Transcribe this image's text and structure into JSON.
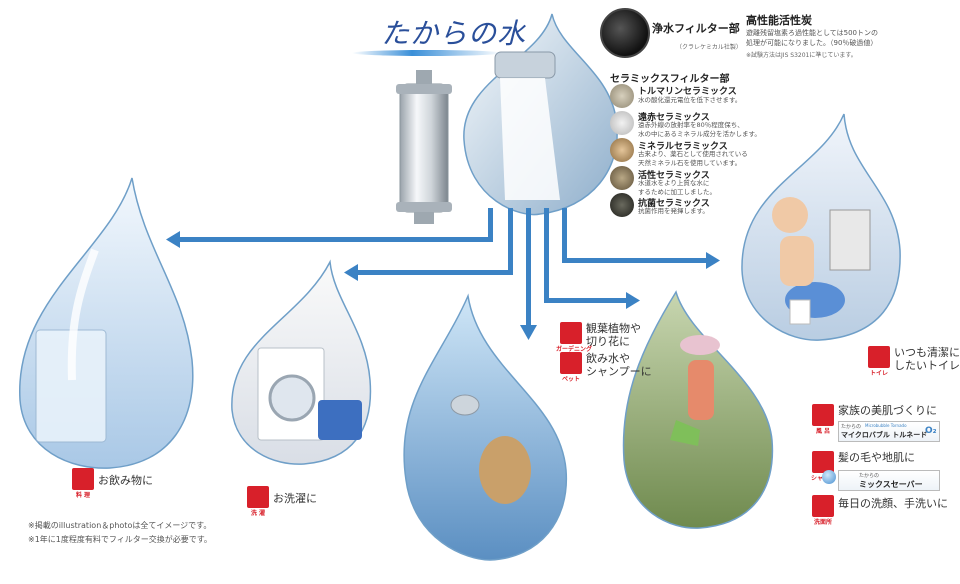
{
  "logo": {
    "text": "たからの水"
  },
  "filter_section": {
    "purification_title": "浄水フィルター部",
    "purification_sub": "（クラレケミカル社製）",
    "carbon_title": "高性能活性炭",
    "carbon_desc_1": "遊離残留塩素ろ過性能としては500トンの",
    "carbon_desc_2": "処理が可能になりました。（90％破過値）",
    "carbon_note": "※試験方法はJIS S3201に準じています。",
    "ceramic_title": "セラミックスフィルター部",
    "ceramics": [
      {
        "name": "トルマリンセラミックス",
        "desc_1": "水の酸化還元電位を低下させます。",
        "desc_2": ""
      },
      {
        "name": "遠赤セラミックス",
        "desc_1": "遠赤外線の放射率を80％程度保ち、",
        "desc_2": "水の中にあるミネラル成分を活かします。"
      },
      {
        "name": "ミネラルセラミックス",
        "desc_1": "古来より、薬石として使用されている",
        "desc_2": "天然ミネラル石を使用しています。"
      },
      {
        "name": "活性セラミックス",
        "desc_1": "水道水をより上質な水に",
        "desc_2": "するために加工しました。"
      },
      {
        "name": "抗菌セラミックス",
        "desc_1": "抗菌作用を発揮します。",
        "desc_2": ""
      }
    ]
  },
  "uses": {
    "cooking": {
      "label": "お飲み物に",
      "caption": "料 理"
    },
    "laundry": {
      "label": "お洗濯に",
      "caption": "洗 濯"
    },
    "gardening": {
      "label_1": "観葉植物や",
      "label_2": "切り花に",
      "caption": "ガーデニング"
    },
    "pet": {
      "label_1": "飲み水や",
      "label_2": "シャンプーに",
      "caption": "ペット"
    },
    "toilet": {
      "label_1": "いつも清潔に",
      "label_2": "したいトイレに",
      "caption": "トイレ"
    },
    "bath": {
      "label": "家族の美肌づくりに",
      "caption": "風 呂"
    },
    "shower": {
      "label": "髪の毛や地肌に",
      "caption": "シャワー"
    },
    "washbasin": {
      "label": "毎日の洗顔、手洗いに",
      "caption": "洗面所"
    }
  },
  "brands": {
    "micro": {
      "prefix": "たからの",
      "name": "マイクロバブル トルネード",
      "small": "Microbubble Tornado",
      "mark": "O₂"
    },
    "mix": {
      "prefix": "たからの",
      "name": "ミックスセーバー"
    }
  },
  "notes": {
    "line_1": "※掲載のillustration＆photoは全てイメージです。",
    "line_2": "※1年に1度程度有料でフィルター交換が必要です。"
  },
  "colors": {
    "arrow": "#3b82c4",
    "drop_edge": "#6f9fc8",
    "icon_red": "#d8202a",
    "logo_blue": "#2a4f9a"
  }
}
